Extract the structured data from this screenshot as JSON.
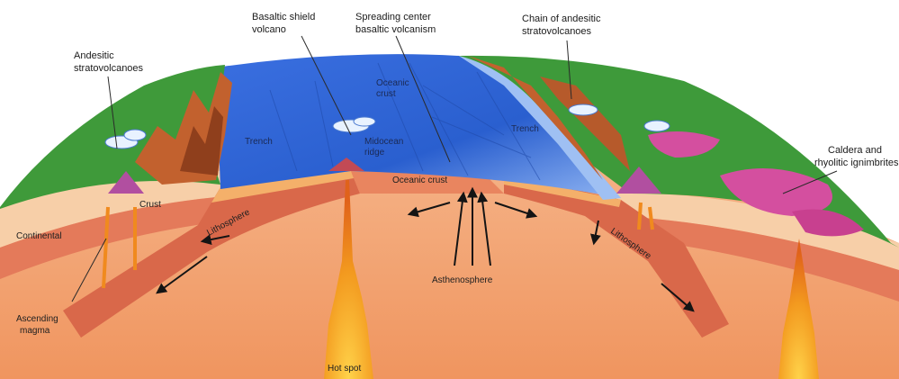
{
  "labels": {
    "basaltic_shield_volcano": [
      "Basaltic shield",
      "volcano"
    ],
    "spreading_center": [
      "Spreading center",
      "basaltic volcanism"
    ],
    "chain_andesitic": [
      "Chain of andesitic",
      "stratovolcanoes"
    ],
    "andesitic_strato": [
      "Andesitic",
      "stratovolcanoes"
    ],
    "caldera_rhyolitic": [
      "Caldera and",
      "rhyolitic ignimbrites"
    ],
    "trench_left": "Trench",
    "trench_right": "Trench",
    "oceanic_crust_top": [
      "Oceanic",
      "crust"
    ],
    "midocean_ridge": [
      "Midocean",
      "ridge"
    ],
    "continental_crust": "Continental",
    "crust_small": "Crust",
    "lithosphere_left": "Lithosphere",
    "lithosphere_right": "Lithosphere",
    "oceanic_crust_center": "Oceanic crust",
    "asthenosphere": "Asthenosphere",
    "ascending_magma": [
      "Ascending",
      "magma"
    ],
    "hot_spot": "Hot spot"
  },
  "colors": {
    "ocean": "#2f63d6",
    "ocean_light": "#6f9ff0",
    "land": "#3e9a3a",
    "mountains": "#c2612e",
    "crust": "#f6c9a0",
    "mantle": "#f2a276",
    "slab": "#d9684a",
    "magma": "#f08a1e",
    "rhyolite": "#d44f9f"
  }
}
